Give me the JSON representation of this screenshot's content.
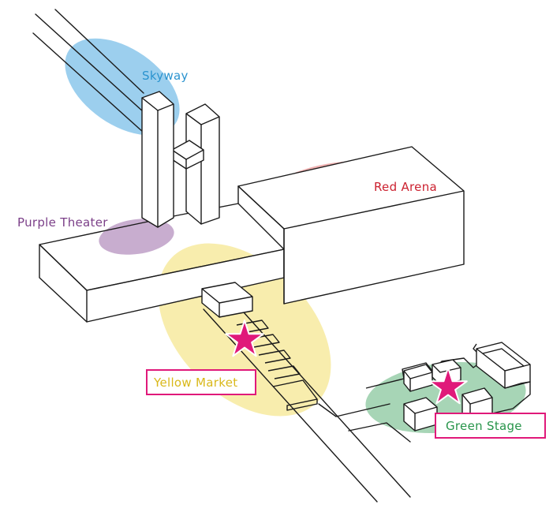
{
  "colors": {
    "skyway": "#4aa8e0",
    "red_arena": "#e07070",
    "purple_theater": "#9a6aa8",
    "yellow_market": "#f2de6a",
    "green_stage": "#5fb27a",
    "star": "#e0197a",
    "tag_border": "#e0197a"
  },
  "zones": {
    "skyway": {
      "label": "Skyway",
      "label_color": "#2a93cf"
    },
    "red_arena": {
      "label": "Red Arena",
      "label_color": "#cc2230"
    },
    "purple_theater": {
      "label": "Purple Theater",
      "label_color": "#7b3f88"
    },
    "yellow_market": {
      "label": "Yellow Market",
      "label_color": "#d9b81a"
    },
    "green_stage": {
      "label": "Green Stage",
      "label_color": "#27944a"
    }
  },
  "markers": [
    {
      "zone": "yellow_market",
      "icon": "star-icon"
    },
    {
      "zone": "green_stage",
      "icon": "star-icon"
    }
  ]
}
